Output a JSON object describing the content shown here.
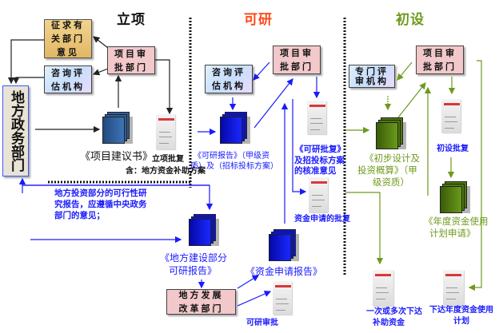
{
  "phases": {
    "lixiang": {
      "title": "立项",
      "color": "#111111"
    },
    "keyan": {
      "title": "可研",
      "color": "#ff4a1a"
    },
    "chushe": {
      "title": "初设",
      "color": "#6f9a1d"
    }
  },
  "boxes": {
    "zhengqiu": "征求有关部门意见",
    "zixun_lixiang": "咨询评估机构",
    "shenpi_lixiang": "项目审批部门",
    "difang_zhengwu": "地方政务部门",
    "zixun_keyan": "咨询评估机构",
    "shenpi_keyan": "项目审批部门",
    "zhuanmen_pingshen": "专门评审机构",
    "shenpi_chushe": "项目审批部门",
    "difang_fagai": "地方发展改革部门"
  },
  "labels": {
    "xiangmu_jianyishu": "《项目建议书》",
    "lixiang_pifu": "立项批复",
    "han_butie": "含：地方资金补助方案",
    "keyan_baogao_1": "《可研报告》（甲级资",
    "keyan_baogao_2": "质）及（招标投标方案）",
    "keyan_pifu_1": "《可研批复》",
    "keyan_pifu_2": "及招投标方案",
    "keyan_pifu_3": "的核准意见",
    "zijin_shenqing_pifu": "资金申请的批复",
    "difang_touzi_1": "地方投资部分的可行性研",
    "difang_touzi_2": "究报告，应遵循中央政务",
    "difang_touzi_3": "部门的意见；",
    "difang_jianshe_1": "《地方建设部分",
    "difang_jianshe_2": "可研报告》",
    "zijin_shenqing_baogao": "《资金申请报告》",
    "keyan_shenpi": "可研审批",
    "chubu_sheji_1": "《初步设计及",
    "chubu_sheji_2": "投资概算》（甲",
    "chubu_sheji_3": "级资质）",
    "chushe_pifu": "初设批复",
    "niandu_jihua_1": "《年度资金使用",
    "niandu_jihua_2": "计划申请》",
    "xiada_buzhu_1": "一次或多次下达",
    "xiada_buzhu_2": "补助资金",
    "xiada_niandu_1": "下达年度资金使用",
    "xiada_niandu_2": "计划"
  },
  "colors": {
    "arrow_black": "#222222",
    "arrow_blue": "#1a1aff",
    "arrow_green": "#6f9a1d",
    "stack_blue": "#0a14d8",
    "stack_green": "#4e7a0c",
    "stack_steel": "#2f5f9a"
  }
}
